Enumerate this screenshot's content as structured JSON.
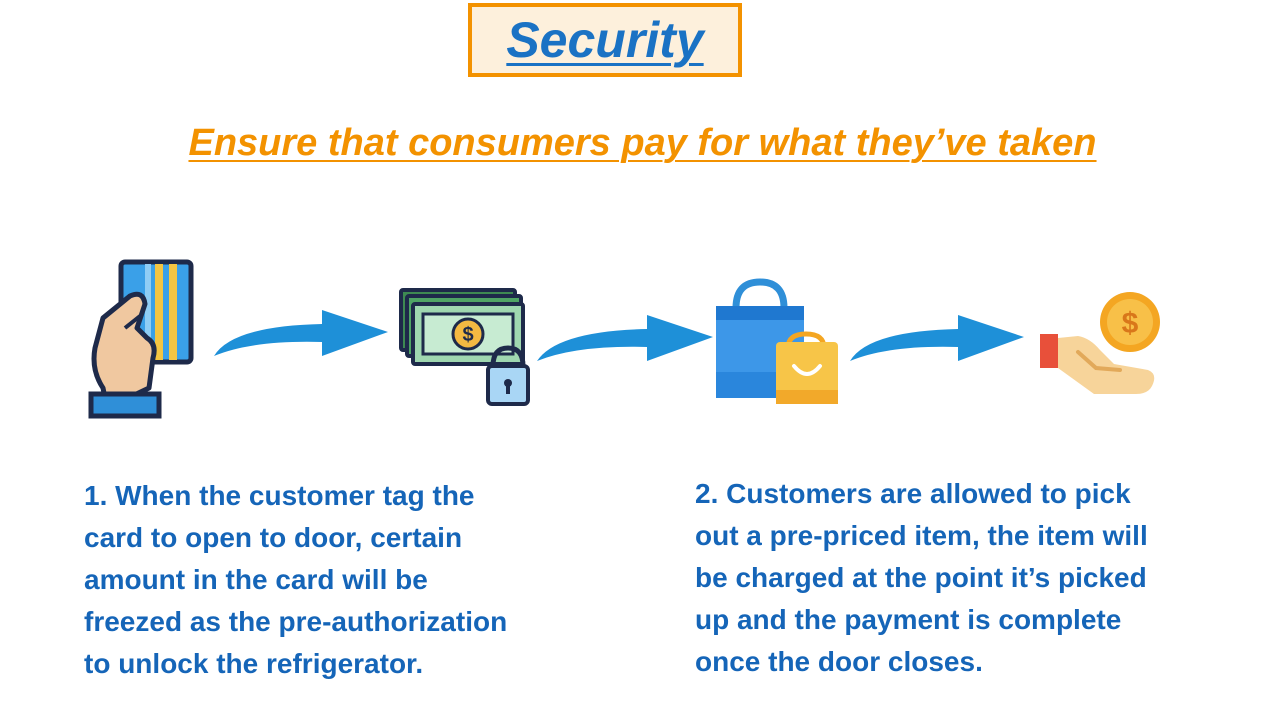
{
  "title": "Security",
  "subtitle": "Ensure that consumers pay for what they’ve taken",
  "steps": [
    {
      "icon": "hand-holding-card-icon"
    },
    {
      "icon": "locked-cash-icon"
    },
    {
      "icon": "shopping-bags-icon"
    },
    {
      "icon": "hand-receiving-coin-icon"
    }
  ],
  "paragraph1": {
    "lines": [
      "1. When the customer tag the",
      "card to open to door, certain",
      "amount in the card will be",
      "freezed as the pre-authorization",
      "to unlock the refrigerator."
    ]
  },
  "paragraph2": {
    "lines": [
      "2. Customers are allowed to pick",
      "out a pre-priced item, the item will",
      "be charged at the point it’s picked",
      "up and the payment is complete",
      "once the door closes."
    ]
  },
  "colors": {
    "title_border": "#f39200",
    "title_text": "#1a72c4",
    "subtitle_text": "#f39200",
    "body_text": "#1565b8",
    "arrow": "#1e90d8"
  }
}
